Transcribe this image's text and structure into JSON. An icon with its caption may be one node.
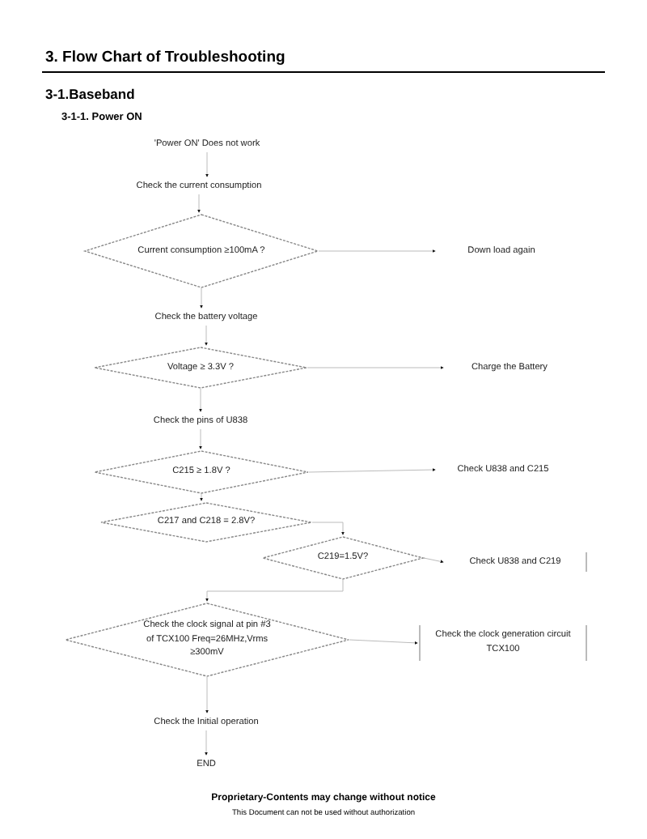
{
  "diagram": {
    "title": "3. Flow Chart of Troubleshooting",
    "nodes": [
      {
        "text": [
          "'Power ON' Does not work"
        ]
      },
      {
        "text": [
          "Check the current consumption"
        ]
      },
      {
        "text": [
          "Current consumption ≥100mA ?"
        ]
      },
      {
        "text": [
          "Down load again"
        ]
      },
      {
        "text": [
          "Check the battery voltage"
        ]
      },
      {
        "text": [
          "Voltage ≥ 3.3V ?"
        ]
      },
      {
        "text": [
          "Charge the Battery"
        ]
      },
      {
        "text": [
          "Check the pins of U838"
        ]
      },
      {
        "text": [
          "C215 ≥ 1.8V ?"
        ]
      },
      {
        "text": [
          "Check U838 and C215"
        ]
      },
      {
        "text": [
          "C217 and C218 = 2.8V?"
        ]
      },
      {
        "text": [
          "C219=1.5V?"
        ]
      },
      {
        "text": [
          "Check U838 and C219"
        ]
      },
      {
        "text": [
          "Check the clock signal at pin #3 of TCX100 Freq=26MHz,Vrms ≥300mV"
        ]
      },
      {
        "text": [
          "Check the clock generation circuit TCX100"
        ]
      },
      {
        "text": [
          "Check the Initial operation"
        ]
      },
      {
        "text": [
          "END"
        ]
      }
    ],
    "edges": [
      {
        "from": 0,
        "to": 1,
        "arrow": "to"
      },
      {
        "from": 1,
        "to": 2,
        "arrow": "to"
      },
      {
        "from": 2,
        "to": 3,
        "arrow": "to"
      },
      {
        "from": 2,
        "to": 4,
        "arrow": "to"
      },
      {
        "from": 4,
        "to": 5,
        "arrow": "to"
      },
      {
        "from": 5,
        "to": 6,
        "arrow": "to"
      },
      {
        "from": 5,
        "to": 7,
        "arrow": "to"
      },
      {
        "from": 7,
        "to": 8,
        "arrow": "to"
      },
      {
        "from": 8,
        "to": 9,
        "arrow": "to"
      },
      {
        "from": 8,
        "to": 10,
        "arrow": "to"
      },
      {
        "from": 10,
        "to": 11,
        "arrow": "to"
      },
      {
        "from": 11,
        "to": 12,
        "arrow": "to"
      },
      {
        "from": 11,
        "to": 13,
        "arrow": "to"
      },
      {
        "from": 13,
        "to": 14,
        "arrow": "to"
      },
      {
        "from": 13,
        "to": 15,
        "arrow": "to"
      },
      {
        "from": 15,
        "to": 16,
        "arrow": "to"
      }
    ],
    "labels": [
      "3-1.Baseband",
      "3-1-1. Power ON",
      "Proprietary-Contents may change without notice",
      "This Document can not be used without authorization"
    ]
  }
}
